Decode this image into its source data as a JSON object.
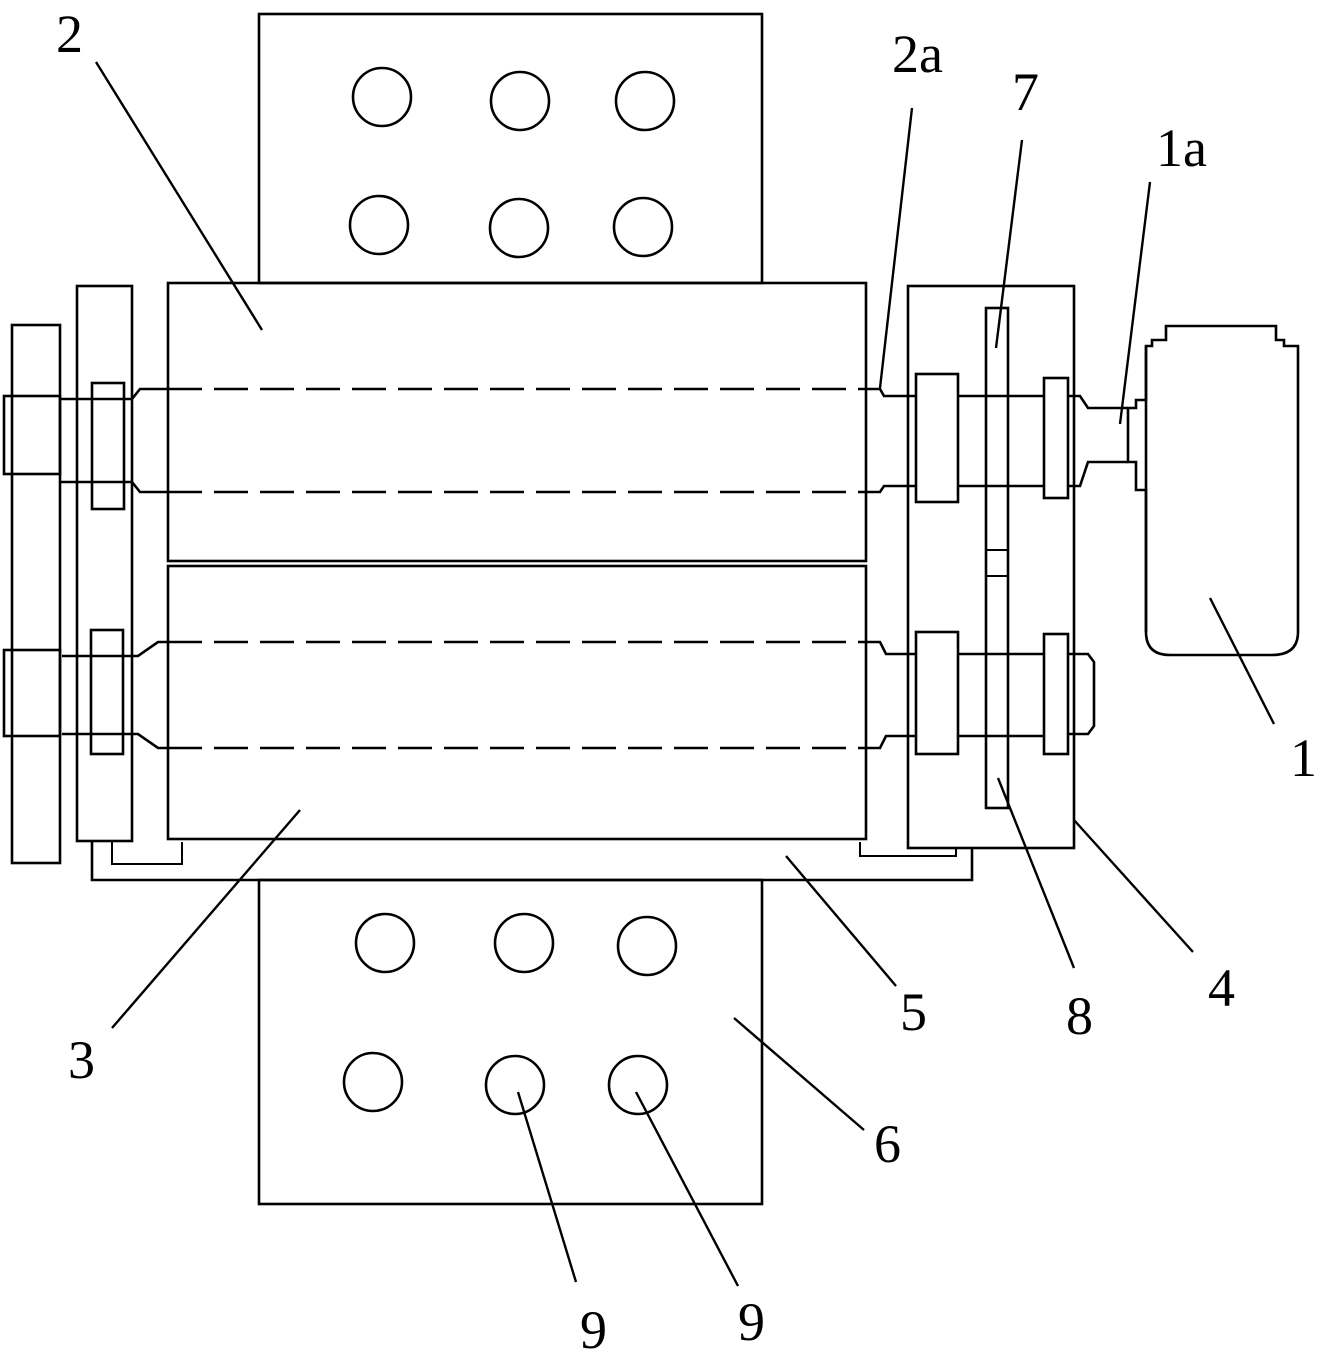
{
  "labels": {
    "l1": "1",
    "l1a": "1a",
    "l2": "2",
    "l2a": "2a",
    "l3": "3",
    "l4": "4",
    "l5": "5",
    "l6": "6",
    "l7": "7",
    "l8": "8",
    "l9a": "9",
    "l9b": "9"
  }
}
